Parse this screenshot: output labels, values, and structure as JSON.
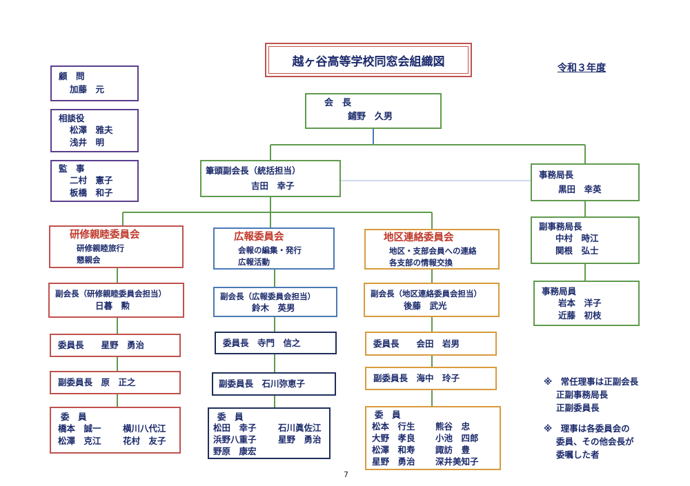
{
  "title": "越ヶ谷高等学校同窓会組織図",
  "year": "令和３年度",
  "page_number": "7",
  "advisor": {
    "role": "顧　問",
    "names": [
      "加藤　元"
    ]
  },
  "counselor": {
    "role": "相談役",
    "names": [
      "松澤　雅夫",
      "浅井　明"
    ]
  },
  "auditor": {
    "role": "監　事",
    "names": [
      "二村　憲子",
      "板橋　和子"
    ]
  },
  "president": {
    "role": "会　長",
    "name": "鋪野　久男"
  },
  "vice_president": {
    "role": "筆頭副会長（統括担当）",
    "name": "吉田　幸子"
  },
  "secretariat": {
    "chief_role": "事務局長",
    "chief_name": "黒田　幸英",
    "vice_role": "副事務局長",
    "vice_names": [
      "中村　時江",
      "関根　弘士"
    ],
    "staff_role": "事務局員",
    "staff_names": [
      "岩本　洋子",
      "近藤　初枝"
    ]
  },
  "committees": {
    "kenshu": {
      "name": "研修親睦委員会",
      "duties": [
        "研修親睦旅行",
        "懇親会"
      ],
      "vice_role": "副会長（研修親睦委員会担当）",
      "vice_name": "日暮　勲",
      "chair": "委員長　　星野　勇治",
      "vice_chair": "副委員長　原　正之",
      "members_label": "委　員",
      "members": [
        "橋本　誠一",
        "横川八代江",
        "松澤　克江",
        "花村　友子"
      ]
    },
    "koho": {
      "name": "広報委員会",
      "duties": [
        "会報の編集・発行",
        "広報活動"
      ],
      "vice_role": "副会長（広報委員会担当）",
      "vice_name": "鈴木　英男",
      "chair": "委員長　寺門　信之",
      "vice_chair": "副委員長　石川弥恵子",
      "members_label": "委　員",
      "members": [
        "松田　幸子",
        "石川眞佐江",
        "浜野八重子",
        "星野　勇治",
        "野原　康宏"
      ]
    },
    "chiku": {
      "name": "地区連絡委員会",
      "duties": [
        "地区・支部会員への連絡",
        "各支部の情報交換"
      ],
      "vice_role": "副会長（地区連絡委員会担当）",
      "vice_name": "後藤　武光",
      "chair": "委員長　　会田　岩男",
      "vice_chair": "副委員長　海中　玲子",
      "members_label": "委　員",
      "members": [
        "松本　行生",
        "熊谷　忠",
        "大野　孝良",
        "小池　四郎",
        "松澤　和寿",
        "諏訪　豊",
        "星野　勇治",
        "深井美知子"
      ]
    }
  },
  "notes": [
    [
      "※　常任理事は正副会長",
      "正副事務局長",
      "正副委員長"
    ],
    [
      "※　理事は各委員会の",
      "委員、その他会長が",
      "委嘱した者"
    ]
  ]
}
